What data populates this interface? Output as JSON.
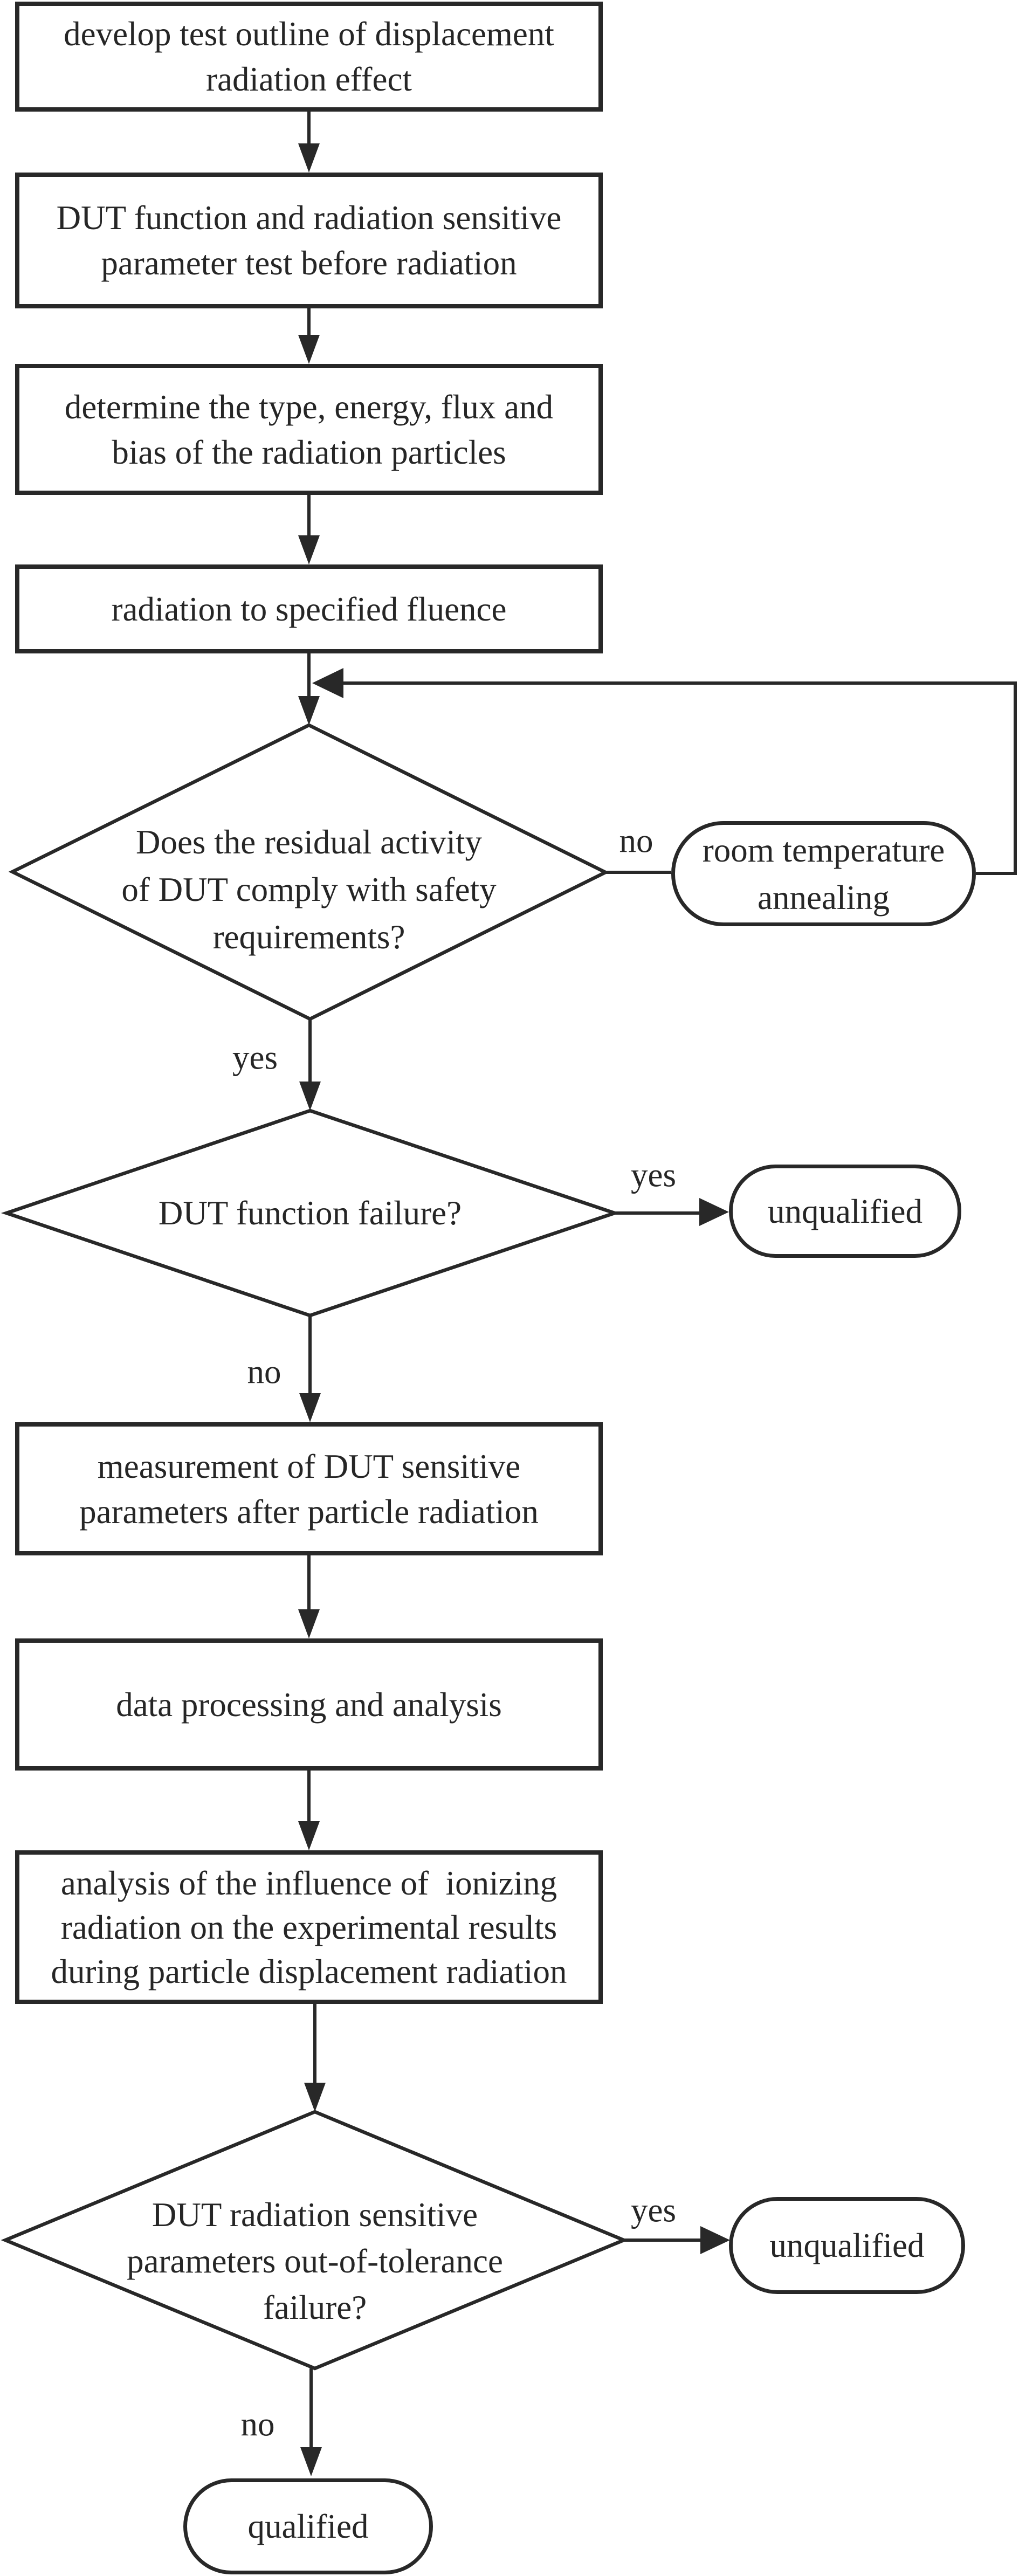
{
  "figure": {
    "background": "#ffffff",
    "line_color": "#282828",
    "text_color": "#262626"
  },
  "nodes": {
    "develop_outline": {
      "type": "process",
      "lines": [
        "develop test outline of displacement",
        "radiation effect"
      ]
    },
    "pretest": {
      "type": "process",
      "lines": [
        "DUT function and radiation sensitive",
        "parameter test before radiation"
      ]
    },
    "determine": {
      "type": "process",
      "lines": [
        "determine the type, energy, flux and",
        "bias of the radiation particles"
      ]
    },
    "fluence": {
      "type": "process",
      "lines": [
        "radiation to specified fluence"
      ]
    },
    "residual_decision": {
      "type": "decision",
      "lines": [
        "Does the residual activity",
        "of DUT comply with safety",
        "requirements?"
      ]
    },
    "annealing": {
      "type": "terminal",
      "lines": [
        "room temperature",
        "annealing"
      ]
    },
    "function_decision": {
      "type": "decision",
      "lines": [
        "DUT function failure?"
      ]
    },
    "unqualified1": {
      "type": "terminal",
      "lines": [
        "unqualified"
      ]
    },
    "measurement": {
      "type": "process",
      "lines": [
        "measurement of DUT sensitive",
        "parameters after particle radiation"
      ]
    },
    "processing": {
      "type": "process",
      "lines": [
        "data processing and analysis"
      ]
    },
    "ionizing": {
      "type": "process",
      "lines": [
        "analysis of the influence of  ionizing",
        "radiation on the experimental results",
        "during particle displacement radiation"
      ]
    },
    "tolerance_decision": {
      "type": "decision",
      "lines": [
        "DUT radiation sensitive",
        "parameters out-of-tolerance",
        "failure?"
      ]
    },
    "unqualified2": {
      "type": "terminal",
      "lines": [
        "unqualified"
      ]
    },
    "qualified": {
      "type": "terminal",
      "lines": [
        "qualified"
      ]
    }
  },
  "edge_labels": {
    "residual_no": "no",
    "residual_yes": "yes",
    "function_yes": "yes",
    "function_no": "no",
    "tolerance_yes": "yes",
    "tolerance_no": "no"
  }
}
